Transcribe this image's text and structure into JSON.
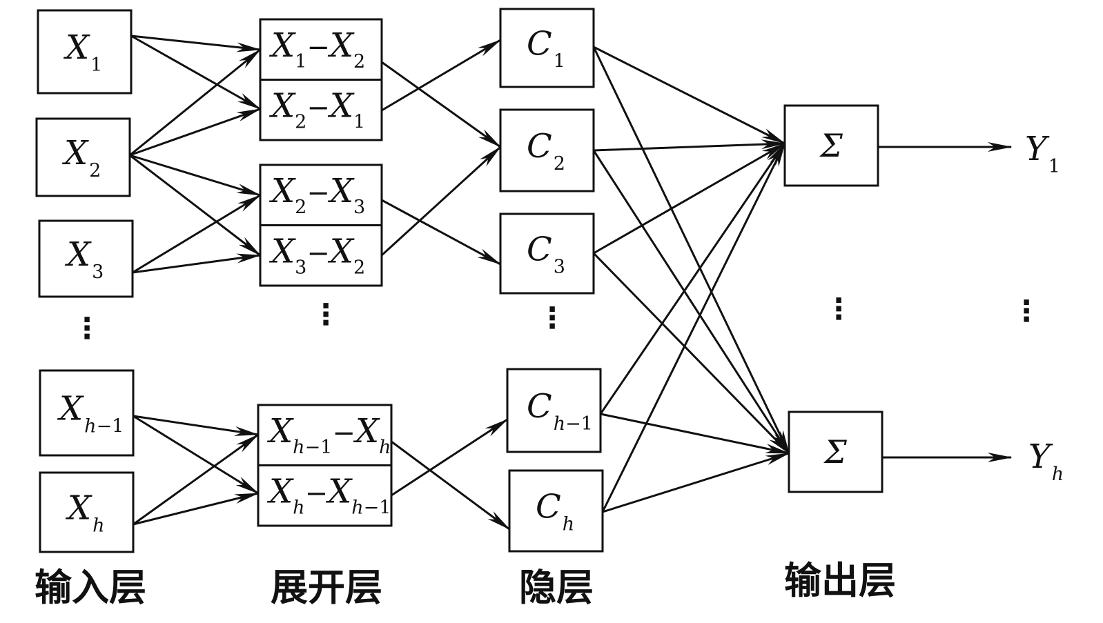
{
  "input_nodes": [
    {
      "var": "X",
      "sub": "1"
    },
    {
      "var": "X",
      "sub": "2"
    },
    {
      "var": "X",
      "sub": "3"
    },
    {
      "var": "X",
      "sub_italic": "h",
      "sub": "−1"
    },
    {
      "var": "X",
      "sub_italic": "h"
    }
  ],
  "expand_nodes": [
    {
      "a": {
        "var": "X",
        "sub": "1"
      },
      "op": "−",
      "b": {
        "var": "X",
        "sub": "2"
      }
    },
    {
      "a": {
        "var": "X",
        "sub": "2"
      },
      "op": "−",
      "b": {
        "var": "X",
        "sub": "1"
      }
    },
    {
      "a": {
        "var": "X",
        "sub": "2"
      },
      "op": "−",
      "b": {
        "var": "X",
        "sub": "3"
      }
    },
    {
      "a": {
        "var": "X",
        "sub": "3"
      },
      "op": "−",
      "b": {
        "var": "X",
        "sub": "2"
      }
    },
    {
      "a": {
        "var": "X",
        "sub_italic": "h",
        "sub": "−1"
      },
      "op": "−",
      "b": {
        "var": "X",
        "sub_italic": "h"
      }
    },
    {
      "a": {
        "var": "X",
        "sub_italic": "h"
      },
      "op": "−",
      "b": {
        "var": "X",
        "sub_italic": "h",
        "sub": "−1"
      }
    }
  ],
  "hidden_nodes": [
    {
      "var": "C",
      "sub": "1"
    },
    {
      "var": "C",
      "sub": "2"
    },
    {
      "var": "C",
      "sub": "3"
    },
    {
      "var": "C",
      "sub_italic": "h",
      "sub": "−1"
    },
    {
      "var": "C",
      "sub_italic": "h"
    }
  ],
  "output_nodes": [
    {
      "symbol": "Σ"
    },
    {
      "symbol": "Σ"
    }
  ],
  "outputs": [
    {
      "var": "Y",
      "sub": "1"
    },
    {
      "var": "Y",
      "sub_italic": "h"
    }
  ],
  "ellipsis": "⋮",
  "layer_labels": {
    "input": "输入层",
    "expand": "展开层",
    "hidden": "隐层",
    "output": "输出层"
  },
  "connections": {
    "input_to_expand": [
      [
        0,
        0
      ],
      [
        0,
        1
      ],
      [
        1,
        0
      ],
      [
        1,
        1
      ],
      [
        1,
        2
      ],
      [
        1,
        3
      ],
      [
        2,
        2
      ],
      [
        2,
        3
      ],
      [
        3,
        4
      ],
      [
        3,
        5
      ],
      [
        4,
        4
      ],
      [
        4,
        5
      ]
    ],
    "expand_to_hidden": [
      [
        0,
        1
      ],
      [
        1,
        0
      ],
      [
        2,
        2
      ],
      [
        3,
        1
      ],
      [
        4,
        4
      ],
      [
        5,
        3
      ]
    ],
    "hidden_to_output": [
      [
        0,
        0
      ],
      [
        0,
        1
      ],
      [
        1,
        0
      ],
      [
        1,
        1
      ],
      [
        2,
        0
      ],
      [
        2,
        1
      ],
      [
        3,
        0
      ],
      [
        3,
        1
      ],
      [
        4,
        0
      ],
      [
        4,
        1
      ]
    ]
  }
}
